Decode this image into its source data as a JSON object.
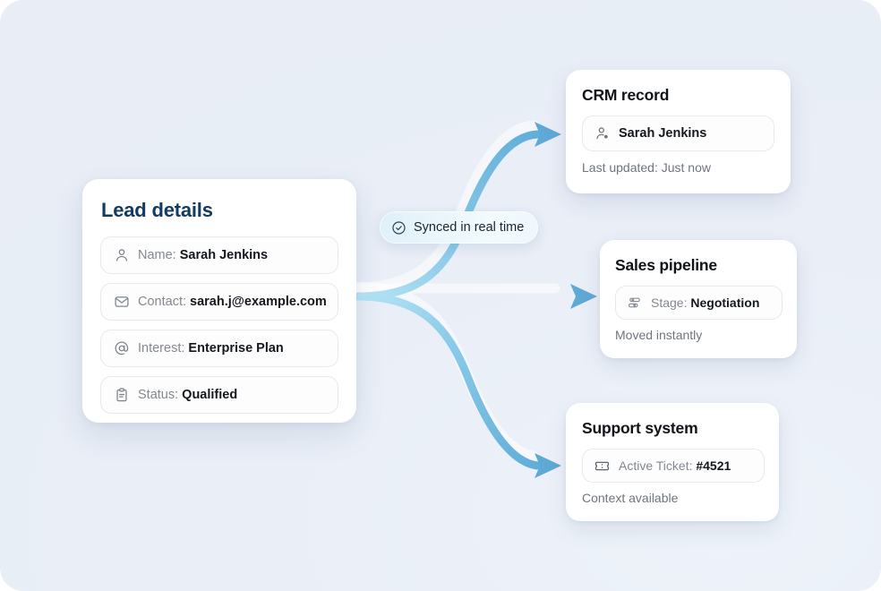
{
  "canvas": {
    "background_color": "#e9eef7",
    "accent_color": "#6cb4dd",
    "title_navy": "#123a63"
  },
  "lead_card": {
    "title": "Lead details",
    "fields": [
      {
        "icon": "user-icon",
        "label": "Name:",
        "value": "Sarah Jenkins"
      },
      {
        "icon": "mail-icon",
        "label": "Contact:",
        "value": "sarah.j@example.com"
      },
      {
        "icon": "at-sign-icon",
        "label": "Interest:",
        "value": "Enterprise Plan"
      },
      {
        "icon": "clipboard-icon",
        "label": "Status:",
        "value": "Qualified"
      }
    ]
  },
  "badge": {
    "icon": "check-circle-icon",
    "label": "Synced in real time"
  },
  "crm_card": {
    "title": "CRM record",
    "pill": {
      "icon": "user-badge-icon",
      "label": "",
      "value": "Sarah Jenkins"
    },
    "footer": "Last updated: Just now"
  },
  "pipeline_card": {
    "title": "Sales pipeline",
    "pill": {
      "icon": "sliders-icon",
      "label": "Stage:",
      "value": "Negotiation"
    },
    "footer": "Moved instantly"
  },
  "support_card": {
    "title": "Support system",
    "pill": {
      "icon": "ticket-icon",
      "label": "Active Ticket:",
      "value": "#4521"
    },
    "footer": "Context available"
  },
  "connectors": [
    {
      "name": "arrow-to-crm",
      "from": "lead-details",
      "to": "crm-record"
    },
    {
      "name": "arrow-to-pipeline",
      "from": "lead-details",
      "to": "sales-pipeline"
    },
    {
      "name": "arrow-to-support",
      "from": "lead-details",
      "to": "support-system"
    }
  ]
}
